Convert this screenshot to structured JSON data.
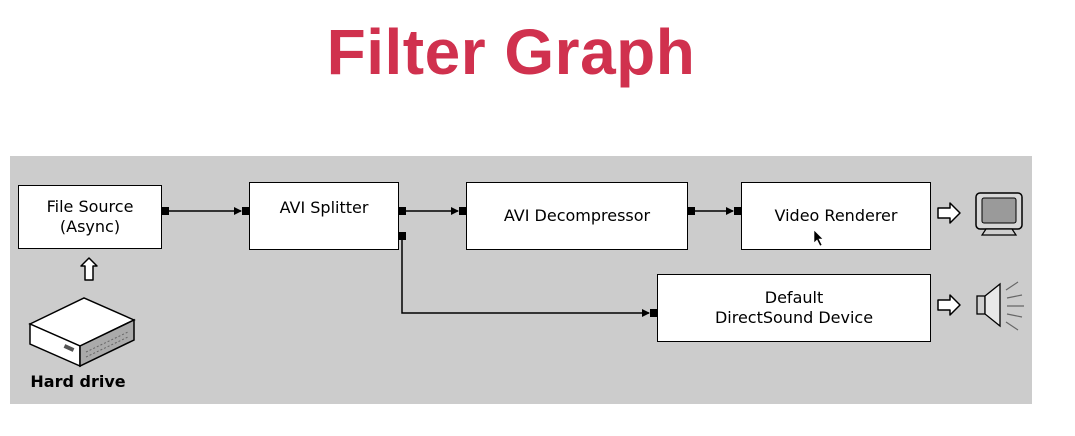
{
  "title": "Filter Graph",
  "colors": {
    "title": "#d0314e",
    "panel": "#cccccc",
    "box_fill": "#ffffff",
    "line": "#000000"
  },
  "filters": {
    "file_source": "File Source\n(Async)",
    "avi_splitter": "AVI Splitter",
    "avi_decompressor": "AVI Decompressor",
    "video_renderer": "Video Renderer",
    "directsound": "Default\nDirectSound Device"
  },
  "devices": {
    "hard_drive": "Hard drive",
    "monitor_icon": "monitor-icon",
    "speaker_icon": "speaker-icon",
    "hard_drive_icon": "hard-drive-icon"
  }
}
